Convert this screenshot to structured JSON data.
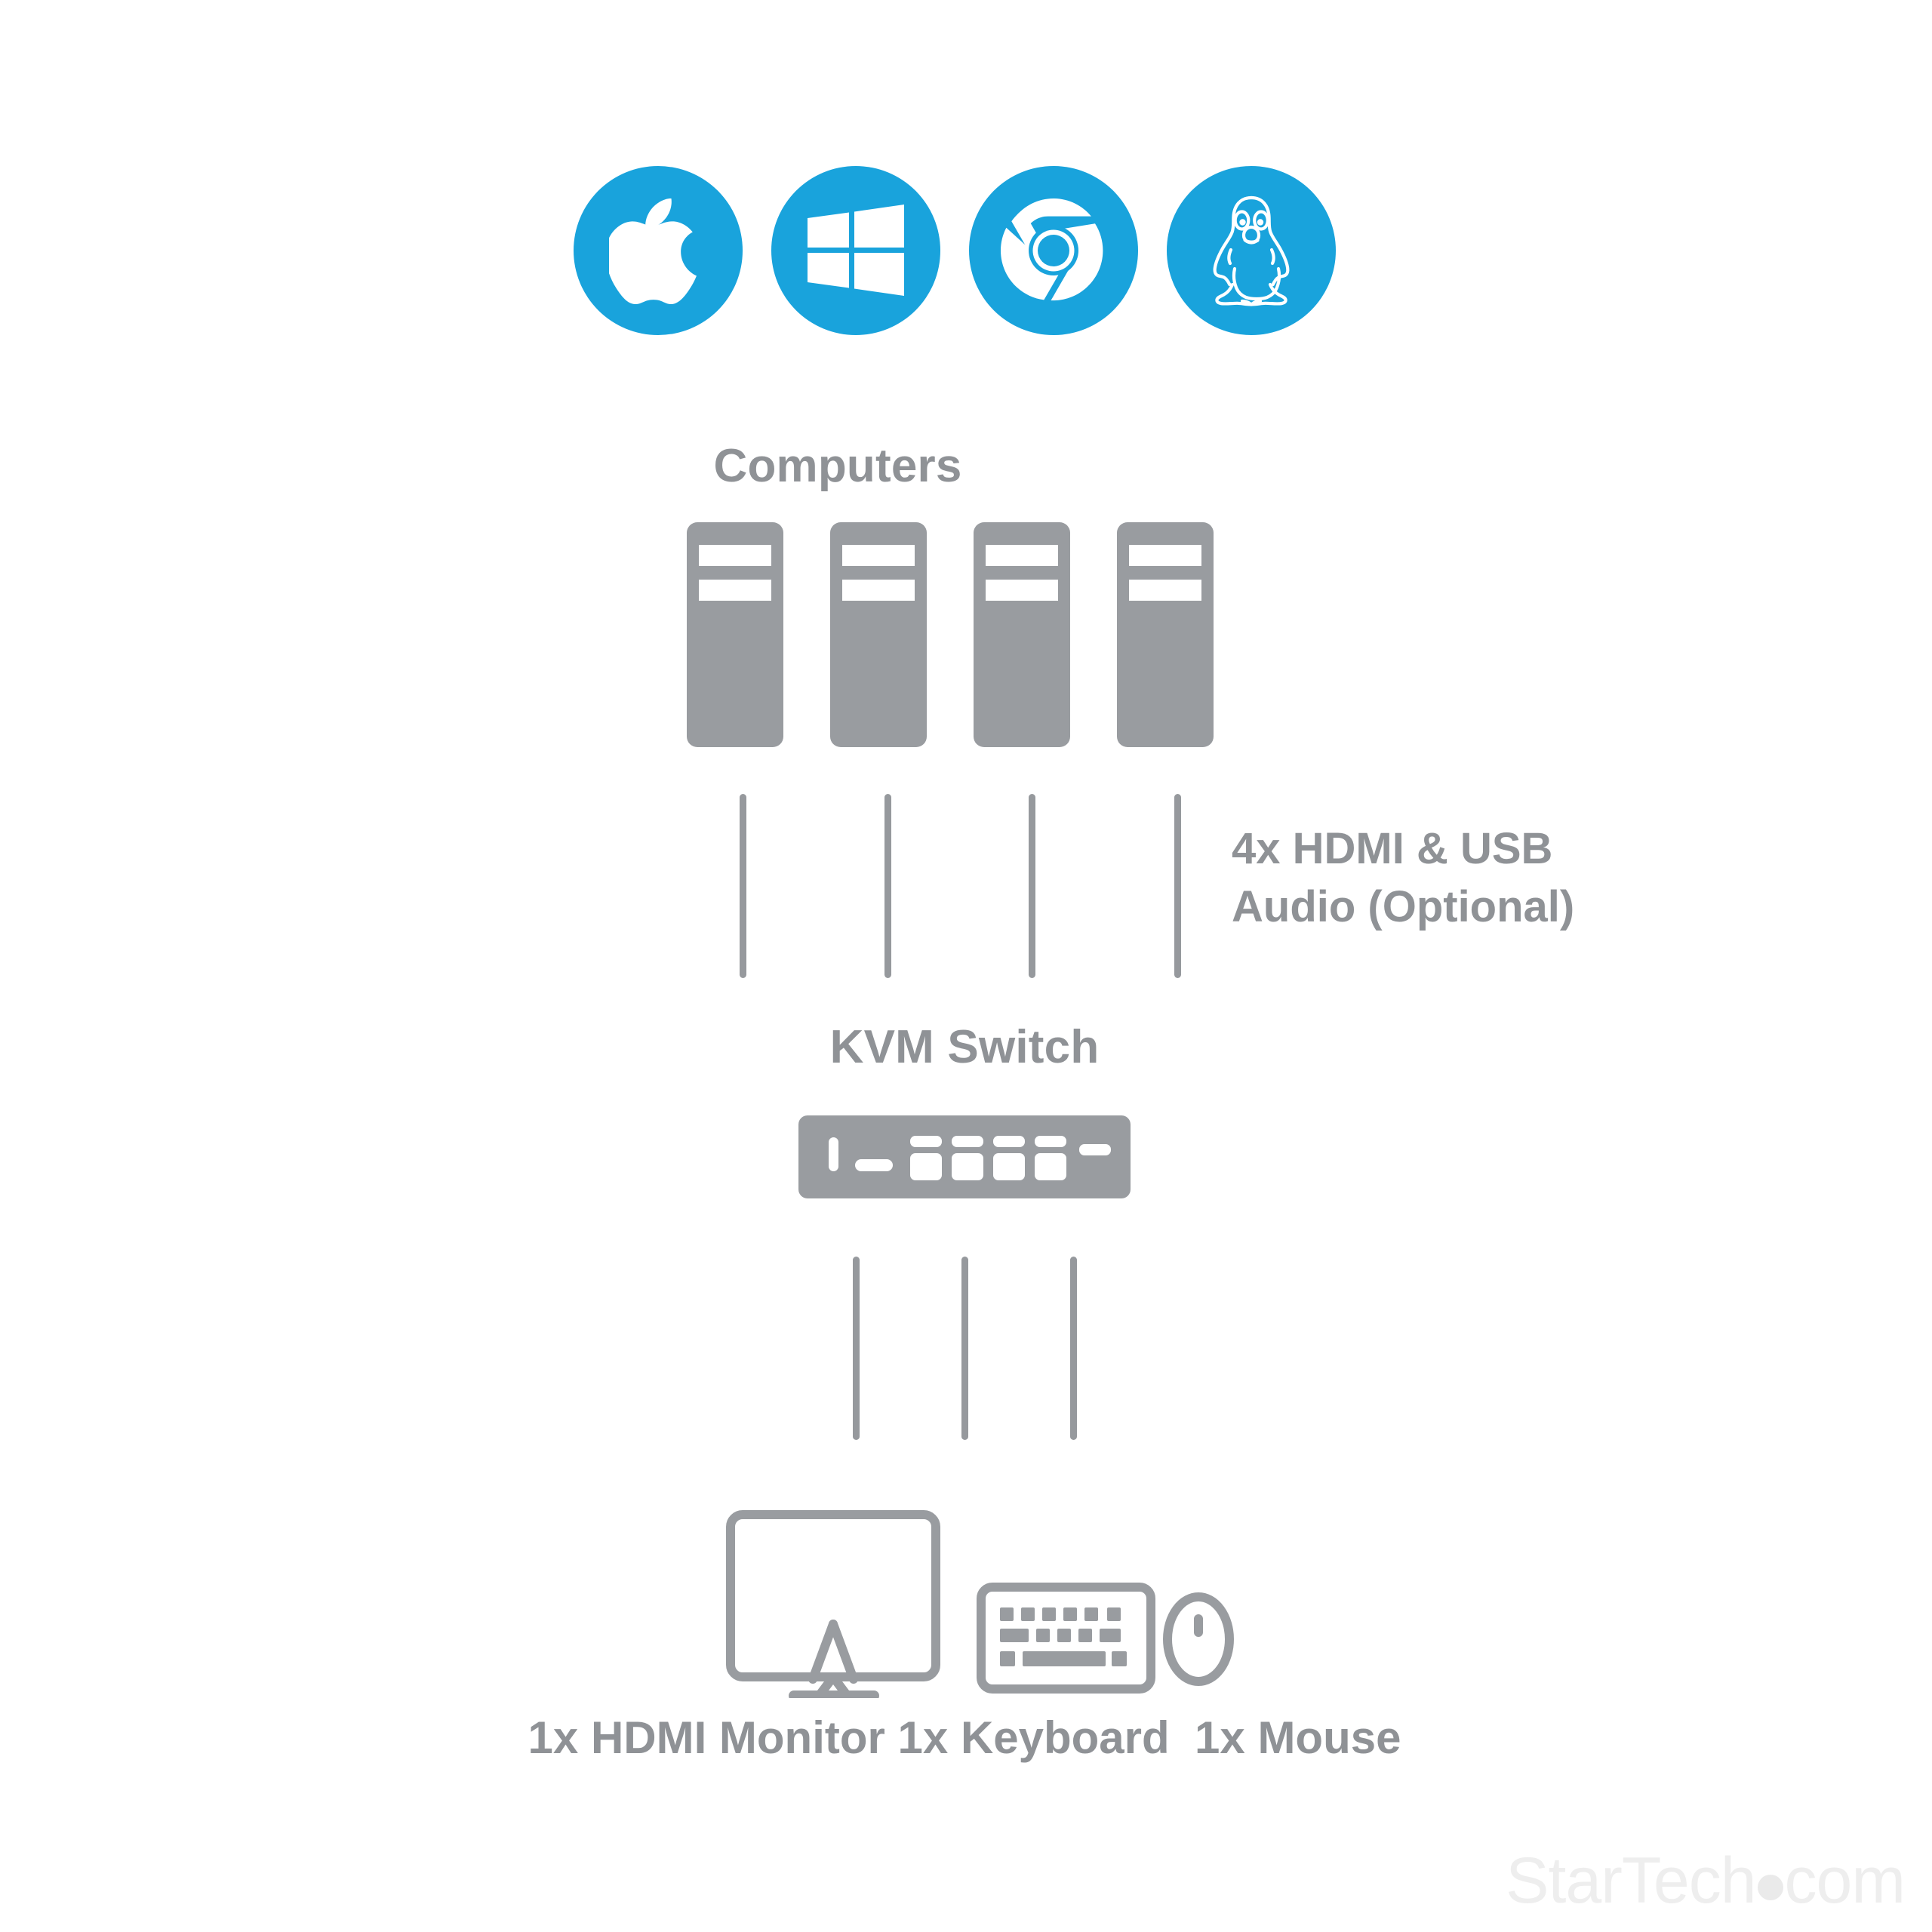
{
  "colors": {
    "brand_blue": "#19A3DC",
    "device_grey": "#999CA0",
    "text_grey": "#8F9296",
    "cable_grey": "#96999D",
    "watermark_grey": "#EEEEEE",
    "background": "#FFFFFF"
  },
  "os_icons": [
    {
      "name": "apple-icon",
      "label": "Apple macOS"
    },
    {
      "name": "windows-icon",
      "label": "Microsoft Windows"
    },
    {
      "name": "chrome-icon",
      "label": "Chrome OS"
    },
    {
      "name": "linux-icon",
      "label": "Linux"
    }
  ],
  "computers": {
    "label": "Computers",
    "count": 4,
    "items": [
      {
        "name": "computer-tower-1"
      },
      {
        "name": "computer-tower-2"
      },
      {
        "name": "computer-tower-3"
      },
      {
        "name": "computer-tower-4"
      }
    ]
  },
  "upstream_connection": {
    "cable_count": 4,
    "note_line1": "4x HDMI & USB",
    "note_line2": "Audio (Optional)"
  },
  "kvm": {
    "label": "KVM Switch",
    "port_count": 4
  },
  "downstream_connection": {
    "cable_count": 3
  },
  "peripherals": {
    "items": [
      {
        "name": "monitor-icon",
        "label": "1x HDMI Monitor"
      },
      {
        "name": "keyboard-icon",
        "label": "1x Keyboard"
      },
      {
        "name": "mouse-icon",
        "label": "1x Mouse"
      }
    ],
    "labels_joined": "1x HDMI Monitor  1x Keyboard  1x Mouse"
  },
  "watermark": {
    "text_left": "StarTech",
    "text_right": "com"
  }
}
